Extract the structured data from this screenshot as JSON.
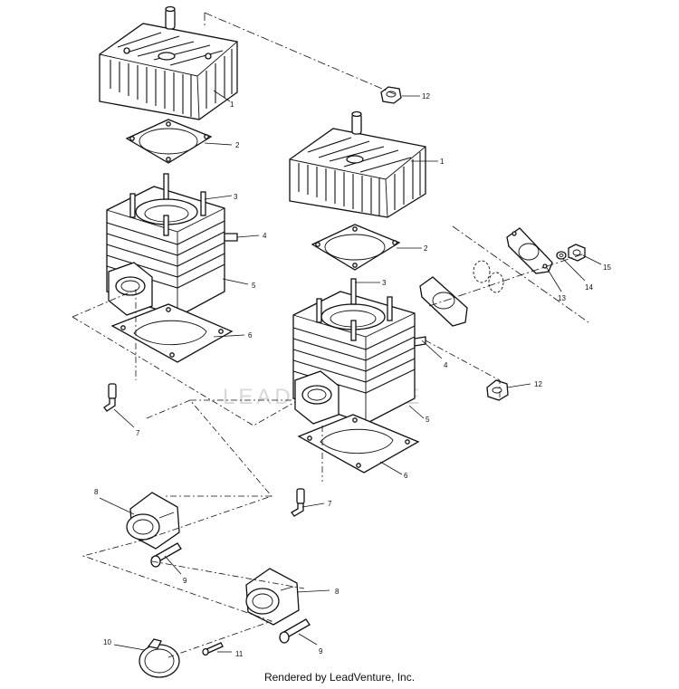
{
  "watermark": "LEADVENTURE",
  "footer": "Rendered by LeadVenture, Inc.",
  "callouts": {
    "c1a": "1",
    "c2a": "2",
    "c3a": "3",
    "c4a": "4",
    "c5a": "5",
    "c6a": "6",
    "c7a": "7",
    "c1b": "1",
    "c2b": "2",
    "c3b": "3",
    "c4b": "4",
    "c5b": "5",
    "c6b": "6",
    "c7b": "7",
    "c8a": "8",
    "c8b": "8",
    "c9a": "9",
    "c9b": "9",
    "c10": "10",
    "c11": "11",
    "c12a": "12",
    "c12b": "12",
    "c13": "13",
    "c14": "14",
    "c15": "15"
  }
}
